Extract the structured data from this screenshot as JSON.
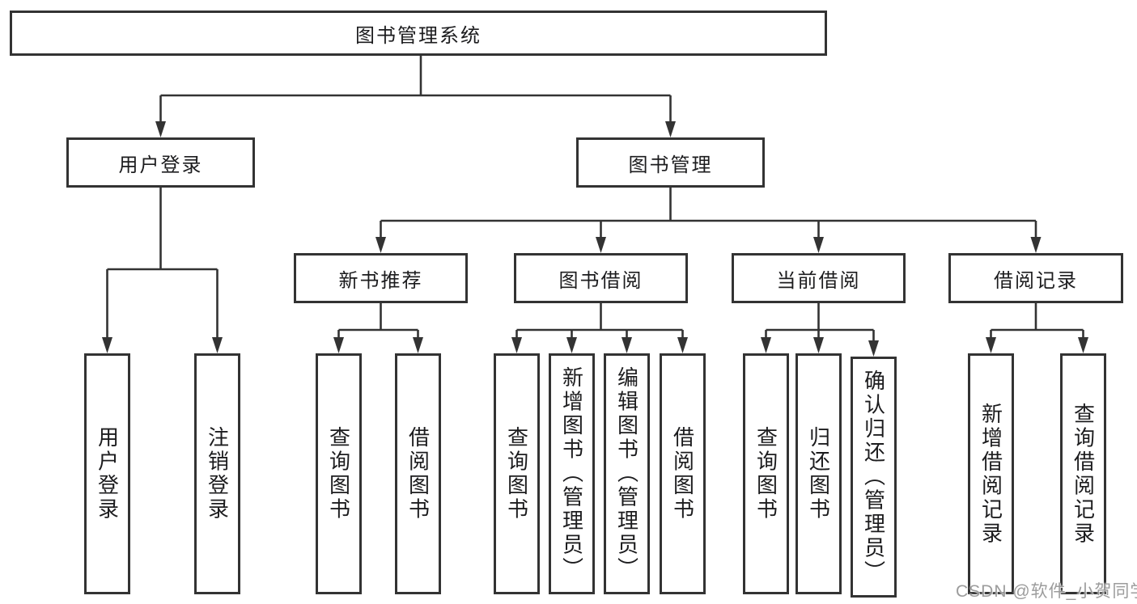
{
  "tree": {
    "root": "图书管理系统",
    "children": [
      {
        "label": "用户登录",
        "children": [
          {
            "label": "用户登录"
          },
          {
            "label": "注销登录"
          }
        ]
      },
      {
        "label": "图书管理",
        "children": [
          {
            "label": "新书推荐",
            "children": [
              {
                "label": "查询图书"
              },
              {
                "label": "借阅图书"
              }
            ]
          },
          {
            "label": "图书借阅",
            "children": [
              {
                "label": "查询图书"
              },
              {
                "label": "新增图书（管理员）"
              },
              {
                "label": "编辑图书（管理员）"
              },
              {
                "label": "借阅图书"
              }
            ]
          },
          {
            "label": "当前借阅",
            "children": [
              {
                "label": "查询图书"
              },
              {
                "label": "归还图书"
              },
              {
                "label": "确认归还（管理员）"
              }
            ]
          },
          {
            "label": "借阅记录",
            "children": [
              {
                "label": "新增借阅记录"
              },
              {
                "label": "查询借阅记录"
              }
            ]
          }
        ]
      }
    ]
  },
  "watermark": "CSDN @软件_小贺同学",
  "colors": {
    "line": "#333333",
    "border": "#333333",
    "text": "#1c1c1e",
    "background": "#ffffff",
    "watermark": "#8e8e8e"
  }
}
